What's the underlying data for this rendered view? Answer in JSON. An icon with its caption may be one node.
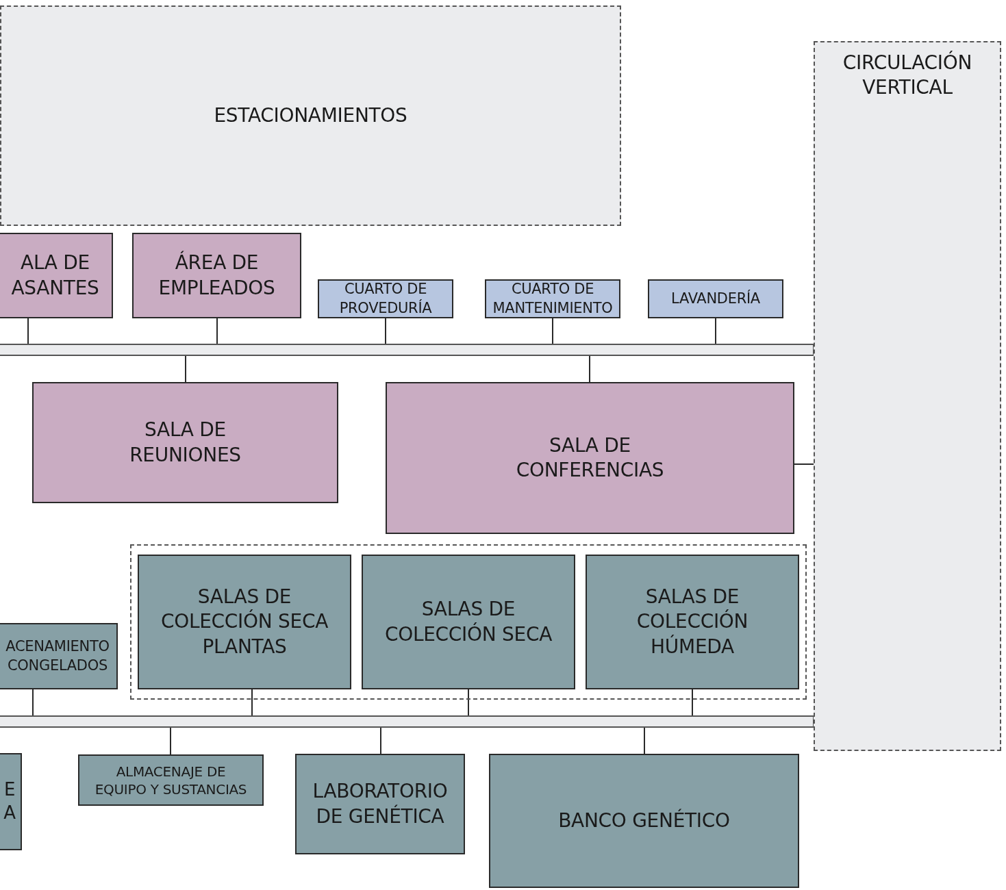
{
  "diagram": {
    "nodes": [
      {
        "text": [
          "ESTACIONAMIENTOS"
        ]
      },
      {
        "text": [
          "CIRCULACIÓN VERTICAL"
        ]
      },
      {
        "text": [
          "ALA DE ASANTES"
        ]
      },
      {
        "text": [
          "ÁREA DE EMPLEADOS"
        ]
      },
      {
        "text": [
          "CUARTO DE PROVEDURÍA"
        ]
      },
      {
        "text": [
          "CUARTO DE MANTENIMIENTO"
        ]
      },
      {
        "text": [
          "LAVANDERÍA"
        ]
      },
      {
        "text": [],
        "shape": "bar"
      },
      {
        "text": [
          "SALA DE REUNIONES"
        ]
      },
      {
        "text": [
          "SALA DE CONFERENCIAS"
        ]
      },
      {
        "text": [],
        "shape": "box"
      },
      {
        "text": [
          "ACENAMIENTO CONGELADOS"
        ]
      },
      {
        "text": [
          "SALAS DE COLECCIÓN SECA PLANTAS"
        ],
        "in": 10
      },
      {
        "text": [
          "SALAS DE COLECCIÓN SECA"
        ],
        "in": 10
      },
      {
        "text": [
          "SALAS DE COLECCIÓN HÚMEDA"
        ],
        "in": 10
      },
      {
        "text": [],
        "shape": "bar"
      },
      {
        "text": [
          "E A"
        ]
      },
      {
        "text": [
          "ALMACENAJE DE EQUIPO Y SUSTANCIAS"
        ]
      },
      {
        "text": [
          "LABORATORIO DE GENÉTICA"
        ]
      },
      {
        "text": [
          "BANCO GENÉTICO"
        ]
      }
    ],
    "edges": [
      {
        "from": 2,
        "to": 7,
        "arrow": "none"
      },
      {
        "from": 3,
        "to": 7,
        "arrow": "none"
      },
      {
        "from": 4,
        "to": 7,
        "arrow": "none"
      },
      {
        "from": 5,
        "to": 7,
        "arrow": "none"
      },
      {
        "from": 6,
        "to": 7,
        "arrow": "none"
      },
      {
        "from": 7,
        "to": 8,
        "arrow": "none"
      },
      {
        "from": 7,
        "to": 9,
        "arrow": "none"
      },
      {
        "from": 9,
        "to": 1,
        "arrow": "none"
      },
      {
        "from": 11,
        "to": 15,
        "arrow": "none"
      },
      {
        "from": 12,
        "to": 15,
        "arrow": "none"
      },
      {
        "from": 13,
        "to": 15,
        "arrow": "none"
      },
      {
        "from": 14,
        "to": 15,
        "arrow": "none"
      },
      {
        "from": 15,
        "to": 17,
        "arrow": "none"
      },
      {
        "from": 15,
        "to": 18,
        "arrow": "none"
      },
      {
        "from": 15,
        "to": 19,
        "arrow": "none"
      }
    ]
  }
}
